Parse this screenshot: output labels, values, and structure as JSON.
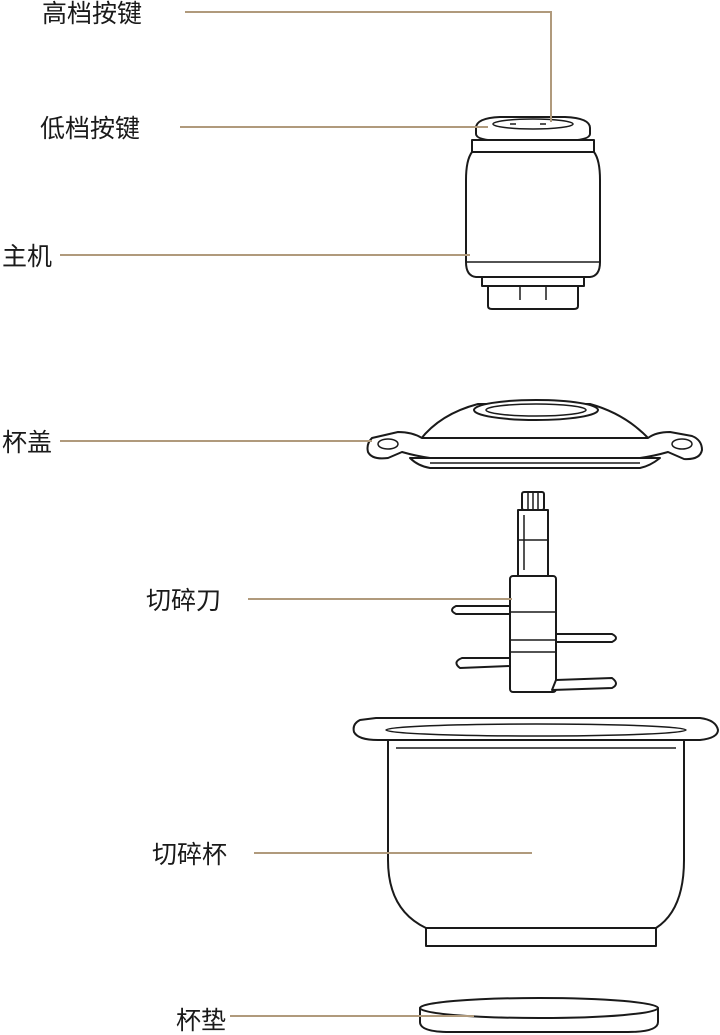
{
  "labels": {
    "high_button": "高档按键",
    "low_button": "低档按键",
    "motor_unit": "主机",
    "cup_lid": "杯盖",
    "blade": "切碎刀",
    "chopping_cup": "切碎杯",
    "cup_pad": "杯垫"
  },
  "colors": {
    "leader_line": "#b09a7c",
    "outline": "#1a1a1a",
    "background": "#ffffff"
  }
}
